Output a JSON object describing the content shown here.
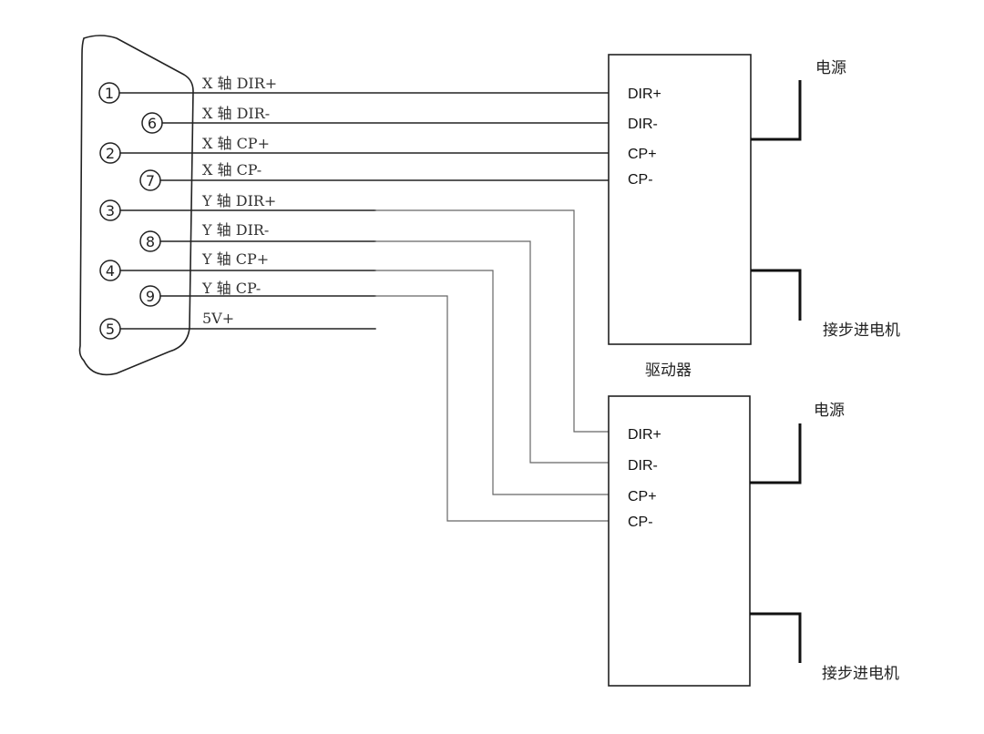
{
  "connector": {
    "pins": [
      {
        "num": "1",
        "label": "X 轴 DIR+"
      },
      {
        "num": "6",
        "label": "X 轴 DIR-"
      },
      {
        "num": "2",
        "label": "X 轴 CP+"
      },
      {
        "num": "7",
        "label": "X 轴 CP-"
      },
      {
        "num": "3",
        "label": "Y 轴 DIR+"
      },
      {
        "num": "8",
        "label": "Y 轴 DIR-"
      },
      {
        "num": "4",
        "label": "Y 轴 CP+"
      },
      {
        "num": "9",
        "label": "Y 轴 CP-"
      },
      {
        "num": "5",
        "label": "5V+"
      }
    ]
  },
  "drivers": [
    {
      "terminals": [
        "DIR+",
        "DIR-",
        "CP+",
        "CP-"
      ],
      "power_label": "电源",
      "motor_label": "接步进电机",
      "caption": "驱动器"
    },
    {
      "terminals": [
        "DIR+",
        "DIR-",
        "CP+",
        "CP-"
      ],
      "power_label": "电源",
      "motor_label": "接步进电机"
    }
  ],
  "colors": {
    "line": "#222222",
    "wire_light": "#666666"
  }
}
